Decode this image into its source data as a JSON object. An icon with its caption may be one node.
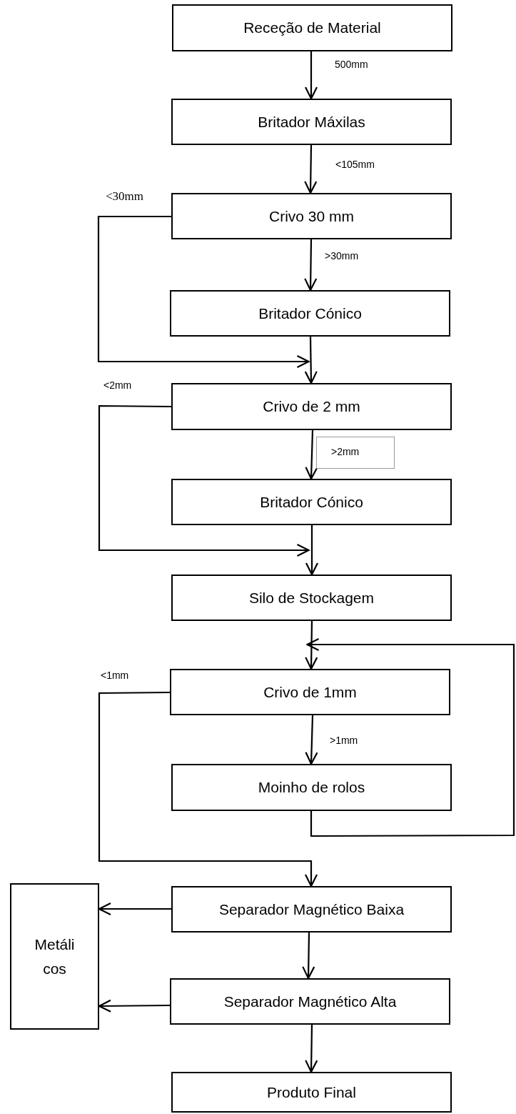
{
  "diagram": {
    "nodes": [
      {
        "text": [
          "Receção de Material"
        ]
      },
      {
        "text": [
          "Britador Máxilas"
        ]
      },
      {
        "text": [
          "Crivo 30 mm"
        ]
      },
      {
        "text": [
          "Britador Cónico"
        ]
      },
      {
        "text": [
          "Crivo de 2 mm"
        ]
      },
      {
        "text": [
          "Britador Cónico"
        ]
      },
      {
        "text": [
          "Silo de Stockagem"
        ]
      },
      {
        "text": [
          "Crivo de 1mm"
        ]
      },
      {
        "text": [
          "Moinho de rolos"
        ]
      },
      {
        "text": [
          "Separador Magnético Baixa"
        ]
      },
      {
        "text": [
          "Separador Magnético Alta"
        ]
      },
      {
        "text": [
          "Produto Final"
        ]
      },
      {
        "text": [
          "Metáli cos"
        ]
      }
    ],
    "edges": [
      {
        "from": 0,
        "to": 1,
        "arrow": "to",
        "label": "500mm"
      },
      {
        "from": 1,
        "to": 2,
        "arrow": "to",
        "label": "<105mm"
      },
      {
        "from": 2,
        "to": 3,
        "arrow": "to",
        "label": ">30mm"
      },
      {
        "from": 2,
        "to": 4,
        "arrow": "to",
        "label": "<30mm"
      },
      {
        "from": 3,
        "to": 4,
        "arrow": "to"
      },
      {
        "from": 4,
        "to": 5,
        "arrow": "to",
        "label": ">2mm"
      },
      {
        "from": 4,
        "to": 6,
        "arrow": "to",
        "label": "<2mm"
      },
      {
        "from": 5,
        "to": 6,
        "arrow": "to"
      },
      {
        "from": 6,
        "to": 7,
        "arrow": "to"
      },
      {
        "from": 8,
        "to": 7,
        "arrow": "to"
      },
      {
        "from": 7,
        "to": 8,
        "arrow": "to",
        "label": ">1mm"
      },
      {
        "from": 7,
        "to": 9,
        "arrow": "to",
        "label": "<1mm"
      },
      {
        "from": 9,
        "to": 12,
        "arrow": "to"
      },
      {
        "from": 9,
        "to": 10,
        "arrow": "to"
      },
      {
        "from": 10,
        "to": 12,
        "arrow": "to"
      },
      {
        "from": 10,
        "to": 11,
        "arrow": "to"
      }
    ]
  }
}
